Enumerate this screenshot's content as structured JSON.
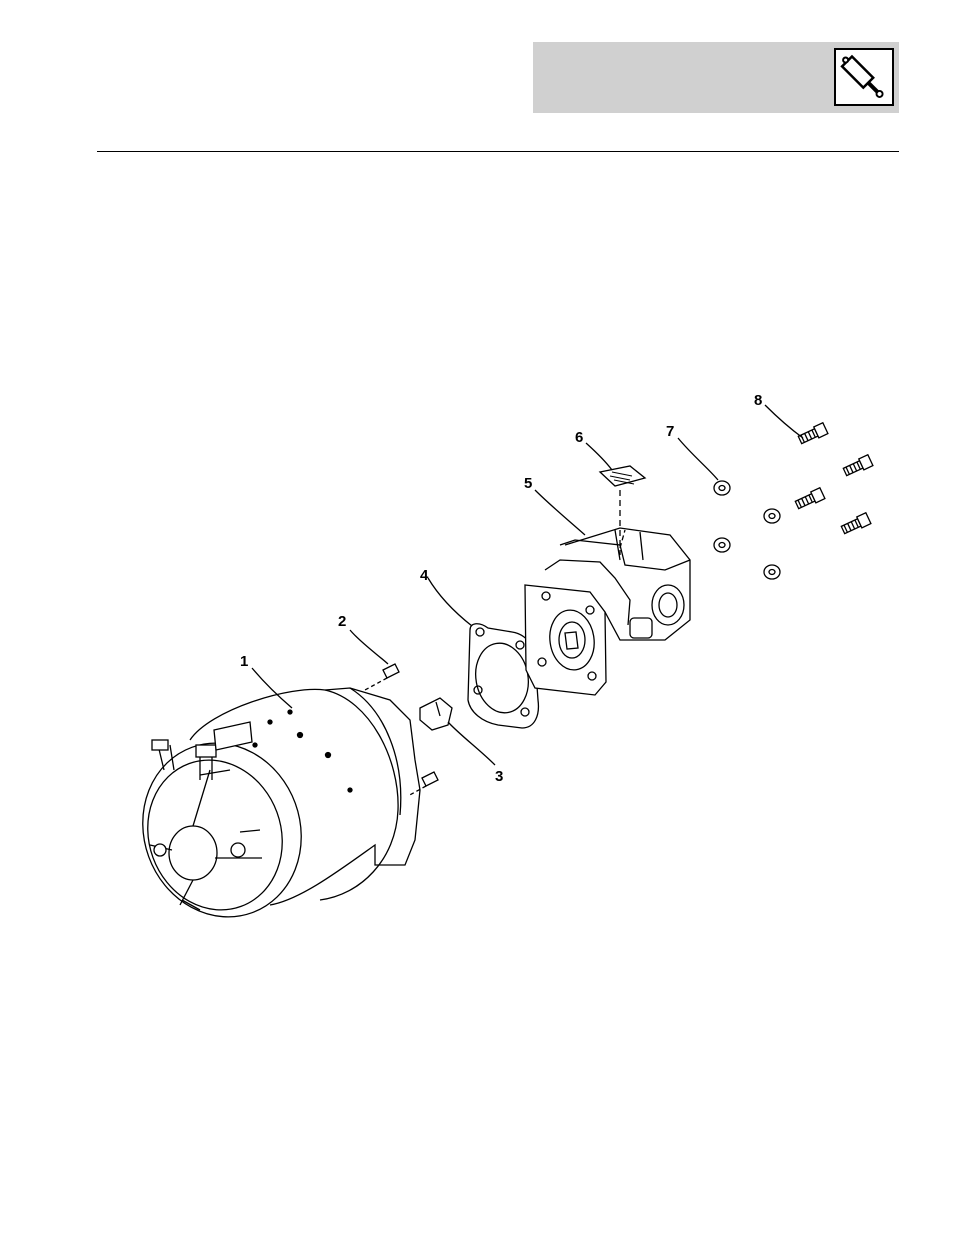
{
  "header": {
    "icon": "hydraulic-cylinder-icon"
  },
  "diagram": {
    "callouts": [
      {
        "id": "1",
        "label": "1",
        "part": "motor"
      },
      {
        "id": "2",
        "label": "2",
        "part": "stud"
      },
      {
        "id": "3",
        "label": "3",
        "part": "coupling"
      },
      {
        "id": "4",
        "label": "4",
        "part": "gasket"
      },
      {
        "id": "5",
        "label": "5",
        "part": "pump"
      },
      {
        "id": "6",
        "label": "6",
        "part": "decal"
      },
      {
        "id": "7",
        "label": "7",
        "part": "washer"
      },
      {
        "id": "8",
        "label": "8",
        "part": "bolt"
      }
    ]
  }
}
